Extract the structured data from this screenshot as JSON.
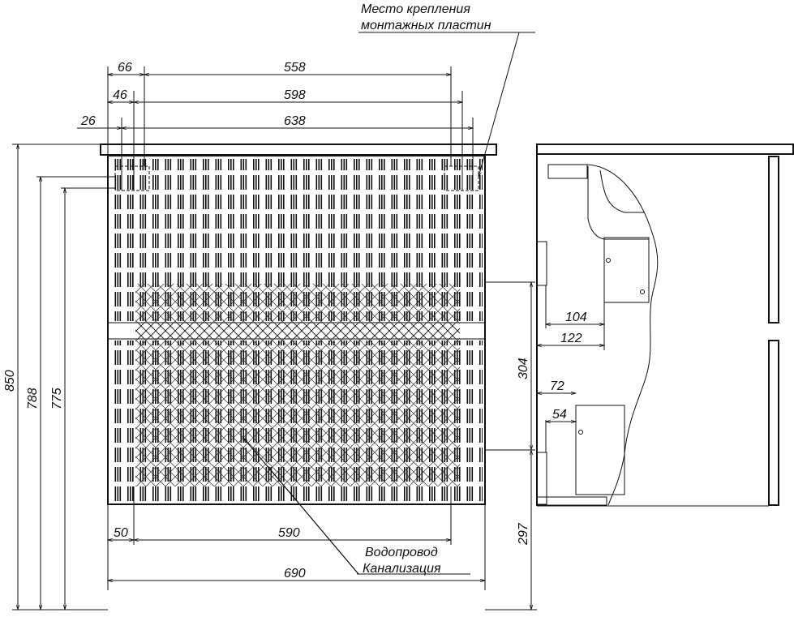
{
  "labels": {
    "mount_line1": "Место крепления",
    "mount_line2": "монтажных пластин",
    "water": "Водопровод",
    "sewer": "Канализация"
  },
  "front_dims": {
    "d66": "66",
    "d558": "558",
    "d46": "46",
    "d598": "598",
    "d26": "26",
    "d638": "638",
    "d850": "850",
    "d788": "788",
    "d775": "775",
    "d50": "50",
    "d590": "590",
    "d690": "690"
  },
  "side_dims": {
    "d104": "104",
    "d122": "122",
    "d72": "72",
    "d54": "54",
    "d304": "304",
    "d297": "297"
  }
}
